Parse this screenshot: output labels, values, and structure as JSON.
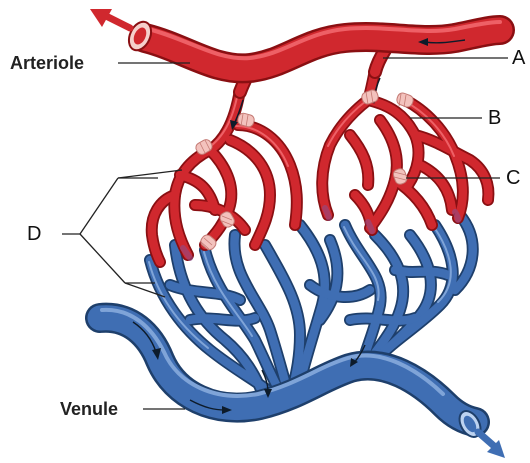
{
  "labels": {
    "arteriole": "Arteriole",
    "venule": "Venule",
    "a": "A",
    "b": "B",
    "c": "C",
    "d": "D"
  },
  "colors": {
    "arterial_red": "#d0282e",
    "venous_blue": "#3f6eb3",
    "sphincter_pink": "#f3c2bd"
  }
}
